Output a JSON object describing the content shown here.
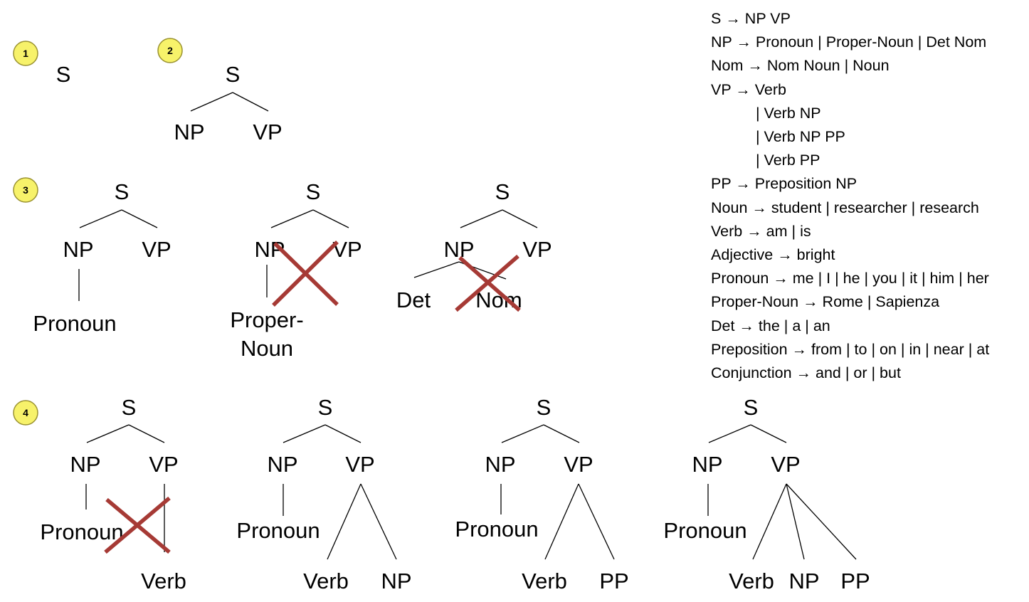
{
  "colors": {
    "badge_fill": "#f7f26a",
    "badge_stroke": "#9a9230",
    "cross": "#a63a35",
    "line": "#000000"
  },
  "steps": [
    {
      "badge": "1",
      "trees": [
        {
          "nodes": [
            "S"
          ]
        }
      ]
    },
    {
      "badge": "2",
      "trees": [
        {
          "nodes": [
            "S",
            "NP",
            "VP"
          ]
        }
      ]
    },
    {
      "badge": "3",
      "trees": [
        {
          "nodes": [
            "S",
            "NP",
            "VP",
            "Pronoun"
          ],
          "rejected": false
        },
        {
          "nodes": [
            "S",
            "NP",
            "VP",
            "Proper-",
            "Noun"
          ],
          "rejected": true
        },
        {
          "nodes": [
            "S",
            "NP",
            "VP",
            "Det",
            "Nom"
          ],
          "rejected": true
        }
      ]
    },
    {
      "badge": "4",
      "trees": [
        {
          "nodes": [
            "S",
            "NP",
            "VP",
            "Pronoun",
            "Verb"
          ],
          "rejected": true
        },
        {
          "nodes": [
            "S",
            "NP",
            "VP",
            "Pronoun",
            "Verb",
            "NP"
          ],
          "rejected": false
        },
        {
          "nodes": [
            "S",
            "NP",
            "VP",
            "Pronoun",
            "Verb",
            "PP"
          ],
          "rejected": false
        },
        {
          "nodes": [
            "S",
            "NP",
            "VP",
            "Pronoun",
            "Verb",
            "NP",
            "PP"
          ],
          "rejected": false
        }
      ]
    }
  ],
  "grammar": [
    {
      "text": "S → NP VP",
      "continuation": false
    },
    {
      "text": "NP → Pronoun | Proper-Noun | Det Nom",
      "continuation": false
    },
    {
      "text": "Nom → Nom Noun | Noun",
      "continuation": false
    },
    {
      "text": "VP → Verb",
      "continuation": false
    },
    {
      "text": "| Verb NP",
      "continuation": true
    },
    {
      "text": "| Verb NP PP",
      "continuation": true
    },
    {
      "text": "| Verb PP",
      "continuation": true
    },
    {
      "text": "PP → Preposition NP",
      "continuation": false
    },
    {
      "text": "Noun → student | researcher | research",
      "continuation": false
    },
    {
      "text": "Verb → am | is",
      "continuation": false
    },
    {
      "text": "Adjective → bright",
      "continuation": false
    },
    {
      "text": "Pronoun → me | I | he | you | it | him | her",
      "continuation": false
    },
    {
      "text": "Proper-Noun → Rome | Sapienza",
      "continuation": false
    },
    {
      "text": "Det → the | a | an",
      "continuation": false
    },
    {
      "text": "Preposition → from | to | on | in | near | at",
      "continuation": false
    },
    {
      "text": "Conjunction → and | or | but",
      "continuation": false
    }
  ]
}
